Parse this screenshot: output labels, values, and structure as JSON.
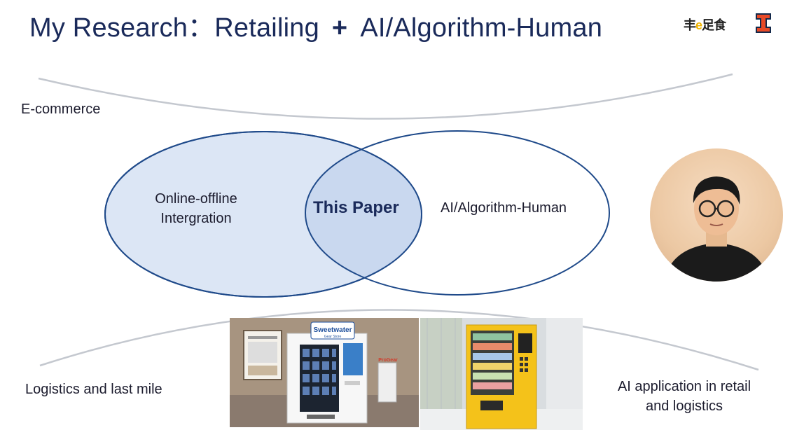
{
  "slide": {
    "title_part1": "My Research：Retailing",
    "title_plus": "+",
    "title_part2": "AI/Algorithm-Human",
    "brand_logo": {
      "text_prefix": "丰",
      "text_mark": "e",
      "text_suffix": "足食",
      "accent": "#f0b400"
    },
    "university_logo": {
      "letter": "I",
      "color": "#e84a27",
      "outline": "#13294b"
    }
  },
  "labels": {
    "ecommerce": "E-commerce",
    "logistics": "Logistics and last mile",
    "ai_application_line1": "AI application in retail",
    "ai_application_line2": "and logistics"
  },
  "venn": {
    "left_line1": "Online-offline",
    "left_line2": "Intergration",
    "center": "This Paper",
    "right": "AI/Algorithm-Human",
    "left_fill": "#dce6f5",
    "overlap_fill": "#c9d8ef",
    "stroke": "#1f4a8a"
  },
  "photos": {
    "left_machine_brand": "Sweetwater",
    "left_machine_sub": "Gear Store",
    "left_side_sign": "ProGear"
  }
}
